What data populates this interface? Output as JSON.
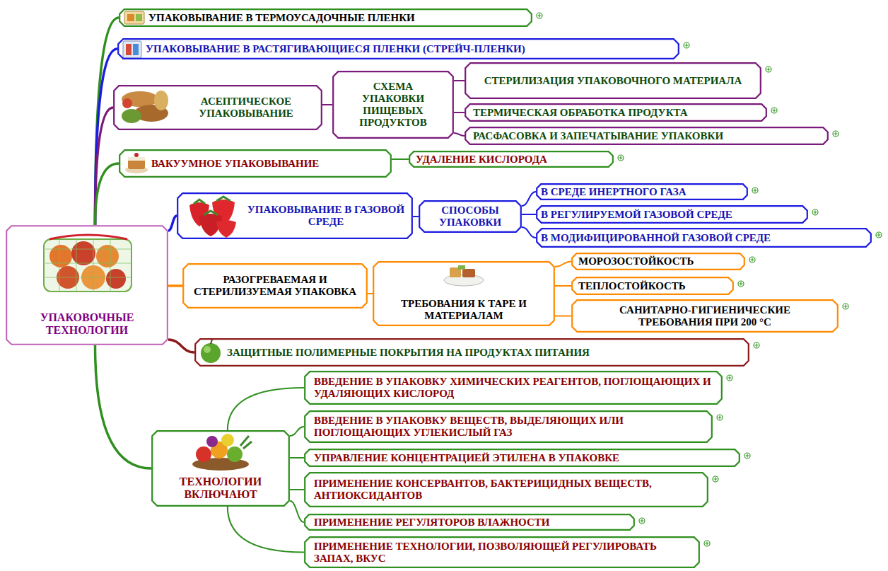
{
  "diagram": {
    "nodes": [
      {
        "text": [
          "УПАКОВОЧНЫЕ ТЕХНОЛОГИИ"
        ]
      },
      {
        "text": [
          "УПАКОВЫВАНИЕ В ТЕРМОУСАДОЧНЫЕ ПЛЕНКИ"
        ]
      },
      {
        "text": [
          "УПАКОВЫВАНИЕ В РАСТЯГИВАЮЩИЕСЯ ПЛЕНКИ (СТРЕЙЧ-ПЛЕНКИ)"
        ]
      },
      {
        "text": [
          "АСЕПТИЧЕСКОЕ УПАКОВЫВАНИЕ"
        ]
      },
      {
        "text": [
          "СХЕМА УПАКОВКИ ПИЩЕВЫХ ПРОДУКТОВ"
        ]
      },
      {
        "text": [
          "СТЕРИЛИЗАЦИЯ УПАКОВОЧНОГО МАТЕРИАЛА"
        ]
      },
      {
        "text": [
          "ТЕРМИЧЕСКАЯ ОБРАБОТКА ПРОДУКТА"
        ]
      },
      {
        "text": [
          "РАСФАСОВКА И ЗАПЕЧАТЫВАНИЕ УПАКОВКИ"
        ]
      },
      {
        "text": [
          "ВАКУУМНОЕ УПАКОВЫВАНИЕ"
        ]
      },
      {
        "text": [
          "УДАЛЕНИЕ КИСЛОРОДА"
        ]
      },
      {
        "text": [
          "УПАКОВЫВАНИЕ В ГАЗОВОЙ СРЕДЕ"
        ]
      },
      {
        "text": [
          "СПОСОБЫ УПАКОВКИ"
        ]
      },
      {
        "text": [
          "В СРЕДЕ ИНЕРТНОГО ГАЗА"
        ]
      },
      {
        "text": [
          "В РЕГУЛИРУЕМОЙ ГАЗОВОЙ СРЕДЕ"
        ]
      },
      {
        "text": [
          "В МОДИФИЦИРОВАННОЙ ГАЗОВОЙ СРЕДЕ"
        ]
      },
      {
        "text": [
          "РАЗОГРЕВАЕМАЯ И СТЕРИЛИЗУЕМАЯ УПАКОВКА"
        ]
      },
      {
        "text": [
          "ТРЕБОВАНИЯ К ТАРЕ И МАТЕРИАЛАМ"
        ]
      },
      {
        "text": [
          "МОРОЗОСТОЙКОСТЬ"
        ]
      },
      {
        "text": [
          "ТЕПЛОСТОЙКОСТЬ"
        ]
      },
      {
        "text": [
          "САНИТАРНО-ГИГИЕНИЧЕСКИЕ ТРЕБОВАНИЯ ПРИ 200 °С"
        ]
      },
      {
        "text": [
          "ЗАЩИТНЫЕ ПОЛИМЕРНЫЕ ПОКРЫТИЯ НА ПРОДУКТАХ ПИТАНИЯ"
        ]
      },
      {
        "text": [
          "ТЕХНОЛОГИИ ВКЛЮЧАЮТ"
        ]
      },
      {
        "text": [
          "ВВЕДЕНИЕ В УПАКОВКУ ХИМИЧЕСКИХ РЕАГЕНТОВ, ПОГЛОЩАЮЩИХ И УДАЛЯЮЩИХ КИСЛОРОД"
        ]
      },
      {
        "text": [
          "ВВЕДЕНИЕ В УПАКОВКУ ВЕЩЕСТВ, ВЫДЕЛЯЮЩИХ ИЛИ ПОГЛОЩАЮЩИХ УГЛЕКИСЛЫЙ ГАЗ"
        ]
      },
      {
        "text": [
          "УПРАВЛЕНИЕ КОНЦЕНТРАЦИЕЙ ЭТИЛЕНА В УПАКОВКЕ"
        ]
      },
      {
        "text": [
          "ПРИМЕНЕНИЕ КОНСЕРВАНТОВ, БАКТЕРИЦИДНЫХ ВЕЩЕСТВ, АНТИОКСИДАНТОВ"
        ]
      },
      {
        "text": [
          "ПРИМЕНЕНИЕ РЕГУЛЯТОРОВ ВЛАЖНОСТИ"
        ]
      },
      {
        "text": [
          "ПРИМЕНЕНИЕ ТЕХНОЛОГИИ, ПОЗВОЛЯЮЩЕЙ РЕГУЛИРОВАТЬ ЗАПАХ, ВКУС"
        ]
      }
    ],
    "edges": [
      {
        "from": 0,
        "to": 1,
        "arrow": "none"
      },
      {
        "from": 0,
        "to": 2,
        "arrow": "none"
      },
      {
        "from": 0,
        "to": 3,
        "arrow": "none"
      },
      {
        "from": 3,
        "to": 4,
        "arrow": "none"
      },
      {
        "from": 4,
        "to": 5,
        "arrow": "none"
      },
      {
        "from": 4,
        "to": 6,
        "arrow": "none"
      },
      {
        "from": 4,
        "to": 7,
        "arrow": "none"
      },
      {
        "from": 0,
        "to": 8,
        "arrow": "none"
      },
      {
        "from": 8,
        "to": 9,
        "arrow": "none"
      },
      {
        "from": 0,
        "to": 10,
        "arrow": "none"
      },
      {
        "from": 10,
        "to": 11,
        "arrow": "none"
      },
      {
        "from": 11,
        "to": 12,
        "arrow": "none"
      },
      {
        "from": 11,
        "to": 13,
        "arrow": "none"
      },
      {
        "from": 11,
        "to": 14,
        "arrow": "none"
      },
      {
        "from": 0,
        "to": 15,
        "arrow": "none"
      },
      {
        "from": 15,
        "to": 16,
        "arrow": "none"
      },
      {
        "from": 16,
        "to": 17,
        "arrow": "none"
      },
      {
        "from": 16,
        "to": 18,
        "arrow": "none"
      },
      {
        "from": 16,
        "to": 19,
        "arrow": "none"
      },
      {
        "from": 0,
        "to": 20,
        "arrow": "none"
      },
      {
        "from": 0,
        "to": 21,
        "arrow": "none"
      },
      {
        "from": 21,
        "to": 22,
        "arrow": "none"
      },
      {
        "from": 21,
        "to": 23,
        "arrow": "none"
      },
      {
        "from": 21,
        "to": 24,
        "arrow": "none"
      },
      {
        "from": 21,
        "to": 25,
        "arrow": "none"
      },
      {
        "from": 21,
        "to": 26,
        "arrow": "none"
      },
      {
        "from": 21,
        "to": 27,
        "arrow": "none"
      }
    ]
  }
}
